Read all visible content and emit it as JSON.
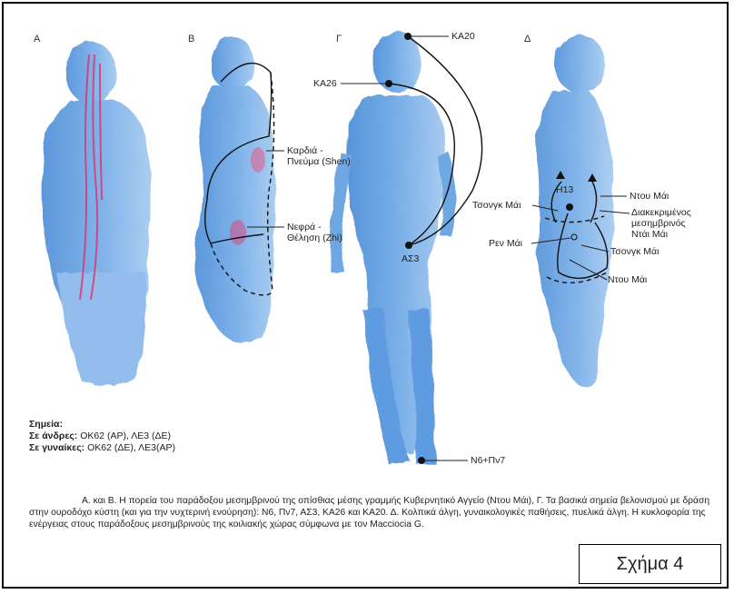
{
  "panels": {
    "a": "Α",
    "b": "Β",
    "c": "Γ",
    "d": "Δ"
  },
  "labels": {
    "heart": [
      "Καρδιά -",
      "Πνεύμα (Shen)"
    ],
    "kidney": [
      "Νεφρά -",
      "Θέληση (Zhi)"
    ],
    "ka20": "ΚΑ20",
    "ka26": "ΚΑ26",
    "as3": "ΑΣ3",
    "n6": "Ν6+Πν7",
    "h13": "Η13",
    "ntou_top": "Ντου Μάι",
    "tsong_left": "Τσονγκ Μάι",
    "diakr": [
      "Διακεκριμένος",
      "μεσημβρινός",
      "Ντάι Μάι"
    ],
    "ren": "Ρεν Μάι",
    "tsong_right": "Τσονγκ Μάι",
    "ntou_bottom": "Ντου Μάι"
  },
  "notes": {
    "title": "Σημεία:",
    "men_label": "Σε άνδρες:",
    "men_text": " ΟΚ62 (ΑΡ), ΛΕ3 (ΔΕ)",
    "women_label": "Σε γυναίκες:",
    "women_text": " ΟΚ62 (ΔΕ), ΛΕ3(ΑΡ)"
  },
  "caption": "Α. και Β. Η πορεία του παράδοξου μεσημβρινού της οπίσθιας μέσης γραμμής Κυβερνητικό Αγγείο (Ντου Μάι), Γ. Τα βασικά σημεία βελονισμού με δράση στην ουροδόχο κύστη (και για την νυχτερινή ενούρηση): Ν6, Πν7, ΑΣ3, ΚΑ26 και ΚΑ20. Δ. Κολπικά άλγη, γυναικολογικές παθήσεις, πυελικά άλγη. Η κυκλοφορία της ενέργειας στους παράδοξους μεσημβρινούς της κοιλιακής χώρας σύμφωνα με τον Macciocia G.",
  "figure_label": "Σχήμα 4"
}
